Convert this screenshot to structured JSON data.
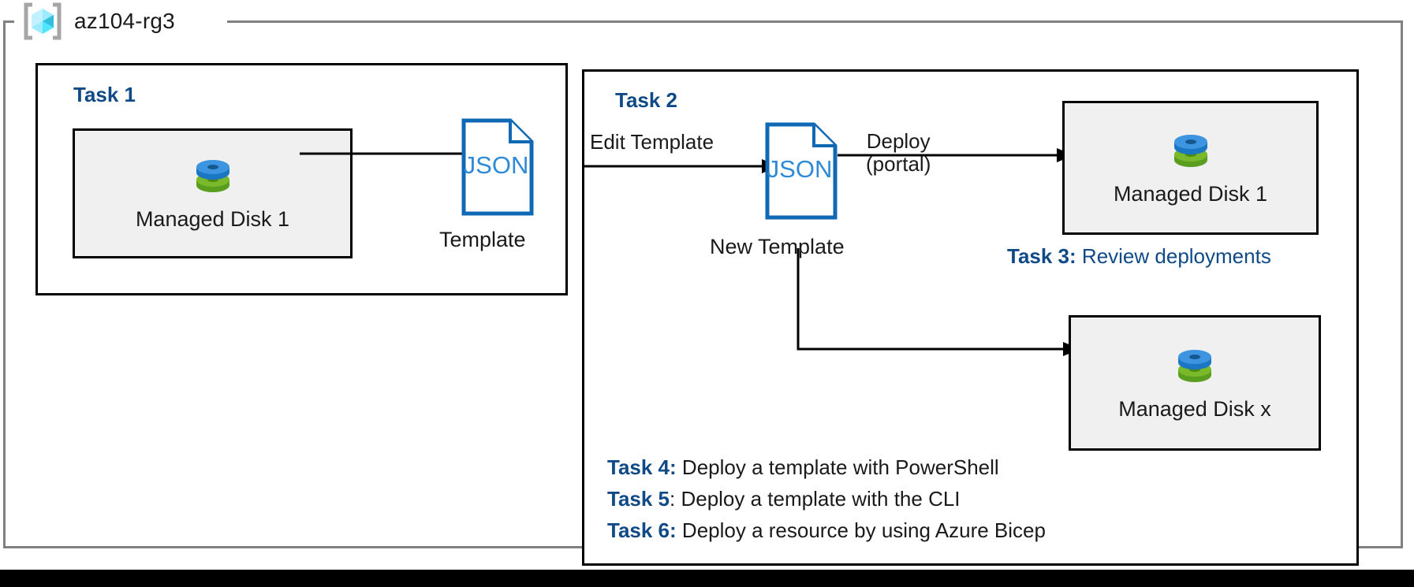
{
  "resource_group": {
    "name": "az104-rg3",
    "icon": "resource-group-cube-icon",
    "frame_color": "#808080"
  },
  "colors": {
    "accent_blue": "#0f4a87",
    "json_outline": "#1069b4",
    "json_text": "#2e8ad6",
    "box_fill": "#f0f0f0",
    "box_border": "#000000",
    "text_dark": "#1a1a1a",
    "disk_top": "#3d94e0",
    "disk_bottom": "#6aab2a"
  },
  "task1": {
    "heading": "Task 1",
    "resource": {
      "label": "Managed Disk 1",
      "icon": "managed-disk-icon"
    },
    "template": {
      "doc_text": "JSON",
      "caption": "Template",
      "icon": "json-document-icon"
    },
    "arrow": {
      "name": "disk-to-template-arrow",
      "label": ""
    }
  },
  "task2": {
    "heading": "Task 2",
    "edit_arrow_label": "Edit Template",
    "new_template": {
      "doc_text": "JSON",
      "caption": "New Template",
      "icon": "json-document-icon"
    },
    "deploy_arrow_label_line1": "Deploy",
    "deploy_arrow_label_line2": "(portal)",
    "deployed_disk": {
      "label": "Managed Disk 1",
      "icon": "managed-disk-icon"
    },
    "scaled_disk": {
      "label": "Managed Disk x",
      "icon": "managed-disk-icon"
    }
  },
  "notes": [
    {
      "id": "task3",
      "label": "Task 3:",
      "description": "Review deployments",
      "description_color": "blue"
    },
    {
      "id": "task4",
      "label": "Task 4:",
      "description": "Deploy a template with PowerShell",
      "description_color": "dark"
    },
    {
      "id": "task5",
      "label": "Task 5",
      "description": ": Deploy a template with the CLI",
      "description_color": "dark"
    },
    {
      "id": "task6",
      "label": "Task 6:",
      "description": "Deploy a resource by using Azure Bicep",
      "description_color": "dark"
    }
  ]
}
